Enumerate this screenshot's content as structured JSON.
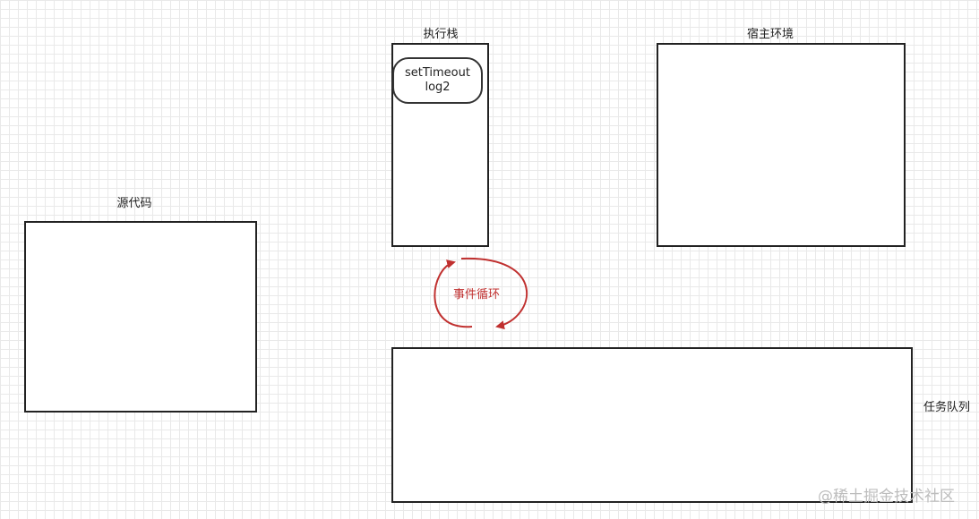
{
  "diagram": {
    "source_code": {
      "label": "源代码"
    },
    "call_stack": {
      "label": "执行栈",
      "frame_lines": [
        "setTimeout",
        "log2"
      ]
    },
    "host_env": {
      "label": "宿主环境"
    },
    "task_queue": {
      "label": "任务队列"
    },
    "event_loop": {
      "label": "事件循环",
      "color": "#c0302f"
    }
  },
  "watermark": "@稀土掘金技术社区"
}
